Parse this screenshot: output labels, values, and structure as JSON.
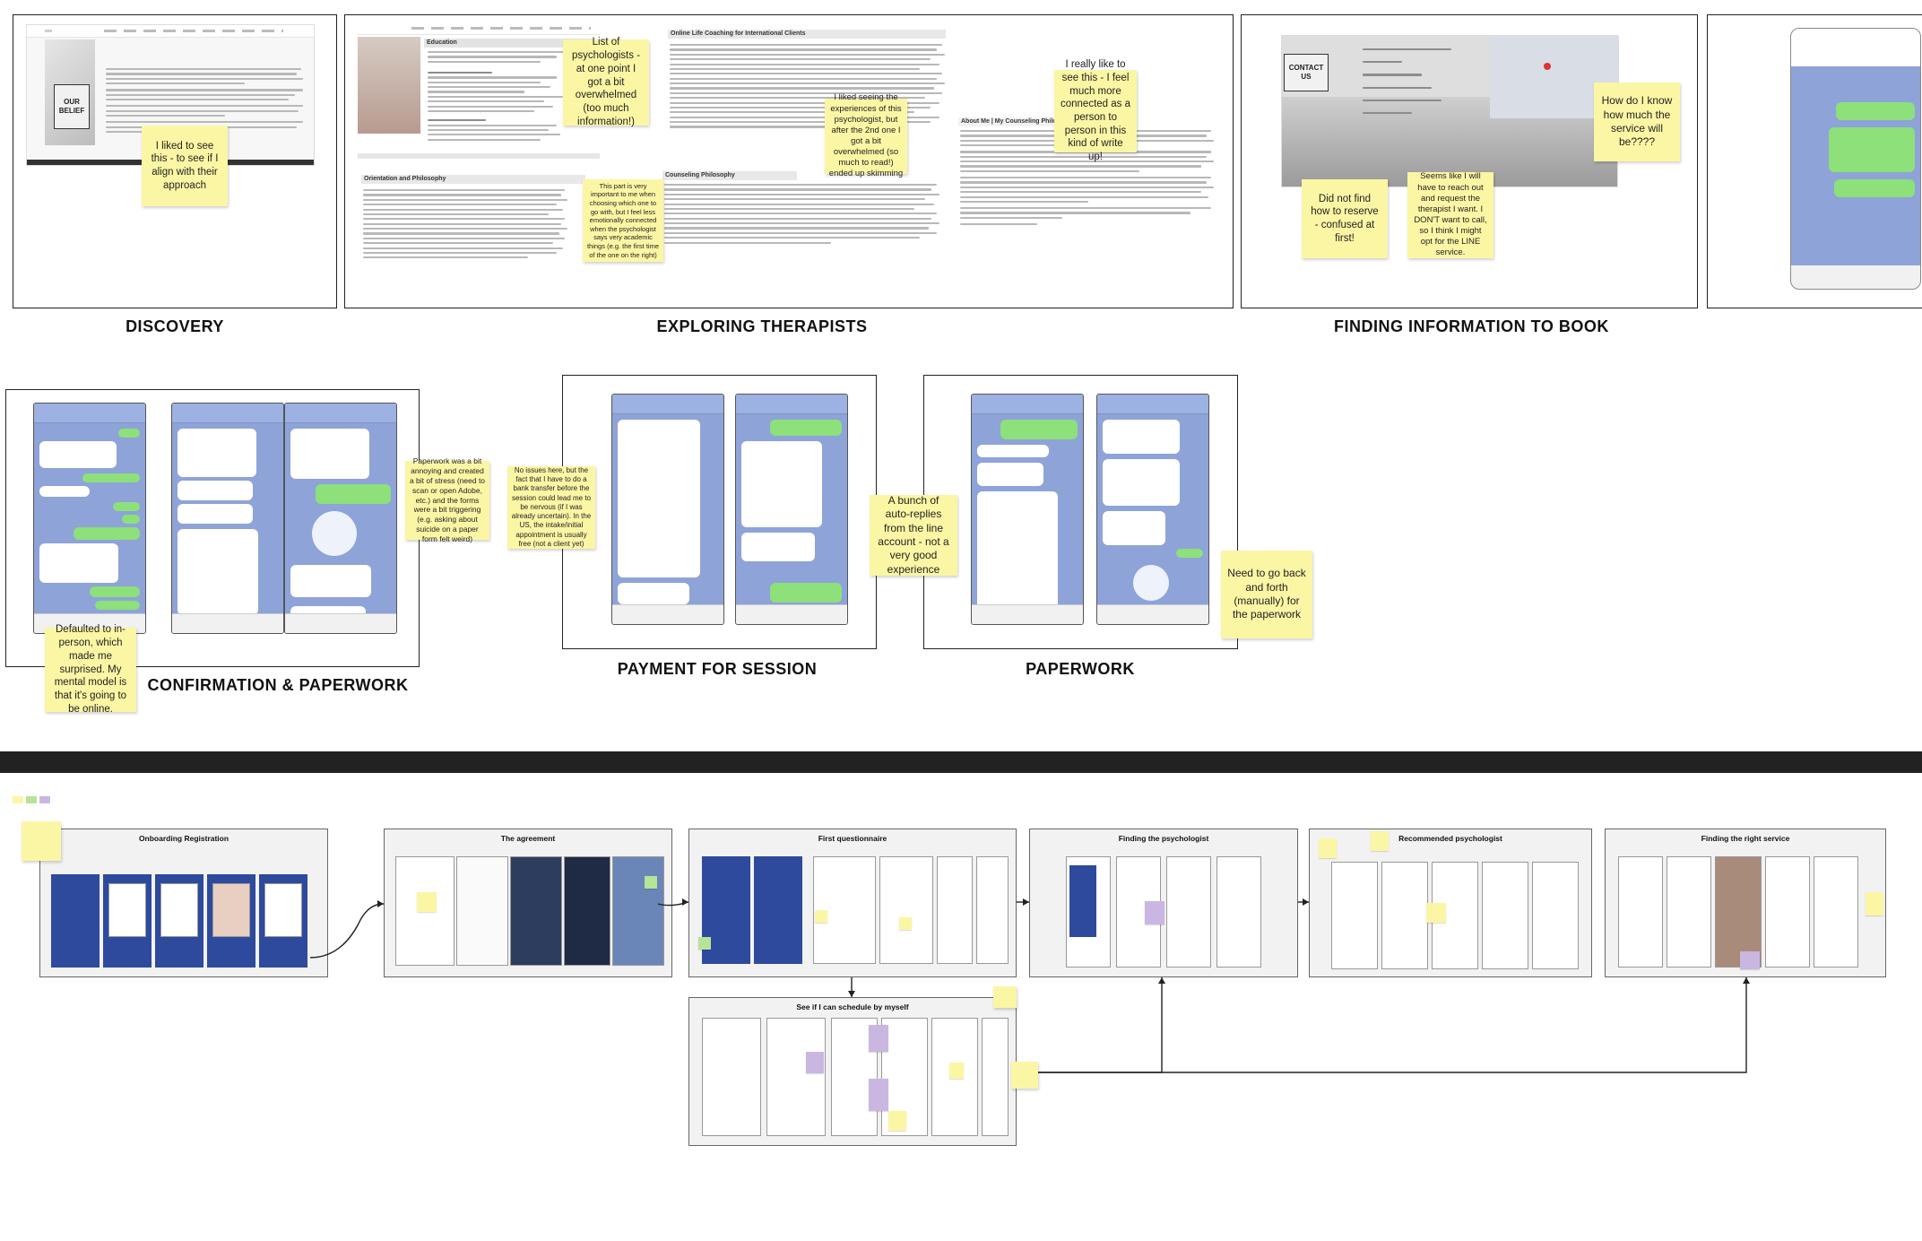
{
  "sections": {
    "discovery": "DISCOVERY",
    "exploring": "EXPLORING THERAPISTS",
    "finding_info": "FINDING INFORMATION TO BOOK",
    "confirmation": "CONFIRMATION & PAPERWORK",
    "payment": "PAYMENT FOR SESSION",
    "paperwork": "PAPERWORK"
  },
  "mock_labels": {
    "our_belief": "OUR\nBELIEF",
    "contact_us": "CONTACT\nUS",
    "education": "Education",
    "online_coaching": "Online Life Coaching for International Clients",
    "orientation": "Orientation and Philosophy",
    "counseling_philosophy": "Counseling Philosophy",
    "about_me": "About Me | My Counseling Philosophy"
  },
  "stickies": {
    "align": "I liked to see this - to see if I align with their approach",
    "overwhelmed": "List of psychologists - at one point I got a bit overwhelmed (too much information!)",
    "important": "This part is very important to me when choosing which one to go with, but I feel less emotionally connected when the psychologist says very academic things (e.g. the first time of the one on the right)",
    "experiences": "I liked seeing the experiences of this psychologist, but after the 2nd one I got a bit overwhelmed (so much to read!) ended up skimming",
    "connected": "I really like to see this - I feel much more connected as a person to person in this kind of write up!",
    "reserve": "Did not find how to reserve - confused at first!",
    "line": "Seems like I will have to reach out and request the therapist I want. I DON'T want to call, so I think I might opt for the LINE service.",
    "cost": "How do I know how much the service will be????",
    "inperson": "Defaulted to in-person, which made me surprised. My mental model is that it's going to be online.",
    "annoying": "Paperwork was a bit annoying and created a bit of stress (need to scan or open Adobe, etc.) and the forms were a bit triggering (e.g. asking about suicide on a paper form felt weird)",
    "bank": "No issues here, but the fact that I have to do a bank transfer before the session could lead me to be nervous (if I was already uncertain). In the US, the intake/initial appointment is usually free (not a client yet)",
    "autoreplies": "A bunch of auto-replies from the line account - not a very good experience",
    "backforth": "Need to go back and forth (manually) for the paperwork"
  },
  "flow": {
    "onboarding": "Onboarding Registration",
    "agreement": "The agreement",
    "questionnaire": "First questionnaire",
    "finding_psych": "Finding the psychologist",
    "recommended": "Recommended psychologist",
    "right_service": "Finding the right service",
    "schedule": "See if I can schedule by myself"
  },
  "colors": {
    "sticky": "#fbf6a4",
    "chat_bg": "#8ea3d8",
    "chat_green": "#8de07a",
    "app_blue": "#2e4a9c",
    "divider": "#222222"
  }
}
